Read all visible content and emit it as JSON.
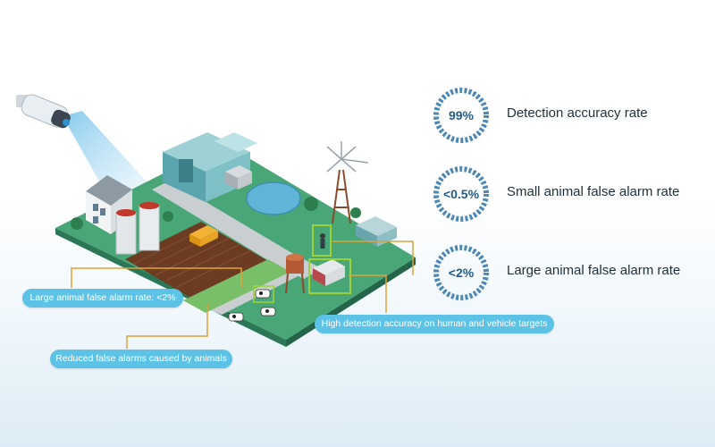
{
  "stats": [
    {
      "value": "99%",
      "label": "Detection accuracy rate"
    },
    {
      "value": "<0.5%",
      "label": "Small animal false alarm rate"
    },
    {
      "value": "<2%",
      "label": "Large animal false alarm rate"
    }
  ],
  "callouts": {
    "large_animal": "Large animal false alarm rate: <2%",
    "reduced_false": "Reduced false alarms caused by animals",
    "high_detection": "High detection accuracy on human and vehicle targets"
  },
  "colors": {
    "accent": "#5cc3e6",
    "ring": "#4d87b4",
    "grass": "#3f9a6f",
    "callout_line": "#e0a13a",
    "detect_box": "#9bd23a"
  }
}
